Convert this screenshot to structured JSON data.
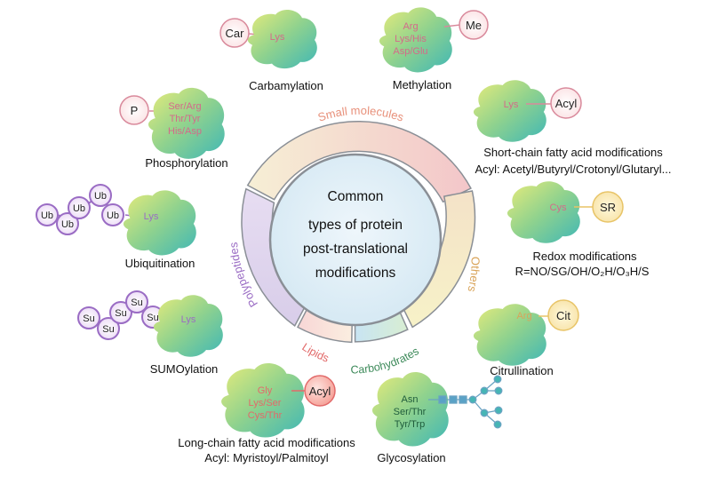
{
  "center": {
    "line1": "Common",
    "line2": "types of protein",
    "line3": "post-translational",
    "line4": "modifications"
  },
  "categories": {
    "small_molecules": "Small molecules",
    "others": "Others",
    "carbohydrates": "Carbohydrates",
    "lipids": "Lipids",
    "polypeptides": "Polypeptides"
  },
  "colors": {
    "small_molecules": "#e8907a",
    "others": "#d9a45a",
    "carbohydrates": "#3d8a5a",
    "lipids": "#e26a6a",
    "polypeptides": "#9a6cc4",
    "ring_gray": "#8a8f96"
  },
  "modifications": {
    "carbamylation": {
      "title": "Carbamylation",
      "tag": "Car",
      "residues": [
        "Lys"
      ]
    },
    "methylation": {
      "title": "Methylation",
      "tag": "Me",
      "residues": [
        "Arg",
        "Lys/His",
        "Asp/Glu"
      ]
    },
    "phosphorylation": {
      "title": "Phosphorylation",
      "tag": "P",
      "residues": [
        "Ser/Arg",
        "Thr/Tyr",
        "His/Asp"
      ]
    },
    "short_chain": {
      "title": "Short-chain fatty acid modifications",
      "subtitle": "Acyl: Acetyl/Butyryl/Crotonyl/Glutaryl...",
      "tag": "Acyl",
      "residues": [
        "Lys"
      ]
    },
    "ubiquitination": {
      "title": "Ubiquitination",
      "tag": "Ub",
      "residues": [
        "Lys"
      ]
    },
    "redox": {
      "title": "Redox modifications",
      "subtitle": "R=NO/SG/OH/O₂H/O₃H/S",
      "tag": "SR",
      "residues": [
        "Cys"
      ]
    },
    "sumoylation": {
      "title": "SUMOylation",
      "tag": "Su",
      "residues": [
        "Lys"
      ]
    },
    "citrullination": {
      "title": "Citrullination",
      "tag": "Cit",
      "residues": [
        "Arg"
      ]
    },
    "long_chain": {
      "title": "Long-chain fatty acid modifications",
      "subtitle": "Acyl: Myristoyl/Palmitoyl",
      "tag": "Acyl",
      "residues": [
        "Gly",
        "Lys/Ser",
        "Cys/Thr"
      ]
    },
    "glycosylation": {
      "title": "Glycosylation",
      "residues": [
        "Asn",
        "Ser/Thr",
        "Tyr/Trp"
      ]
    }
  }
}
